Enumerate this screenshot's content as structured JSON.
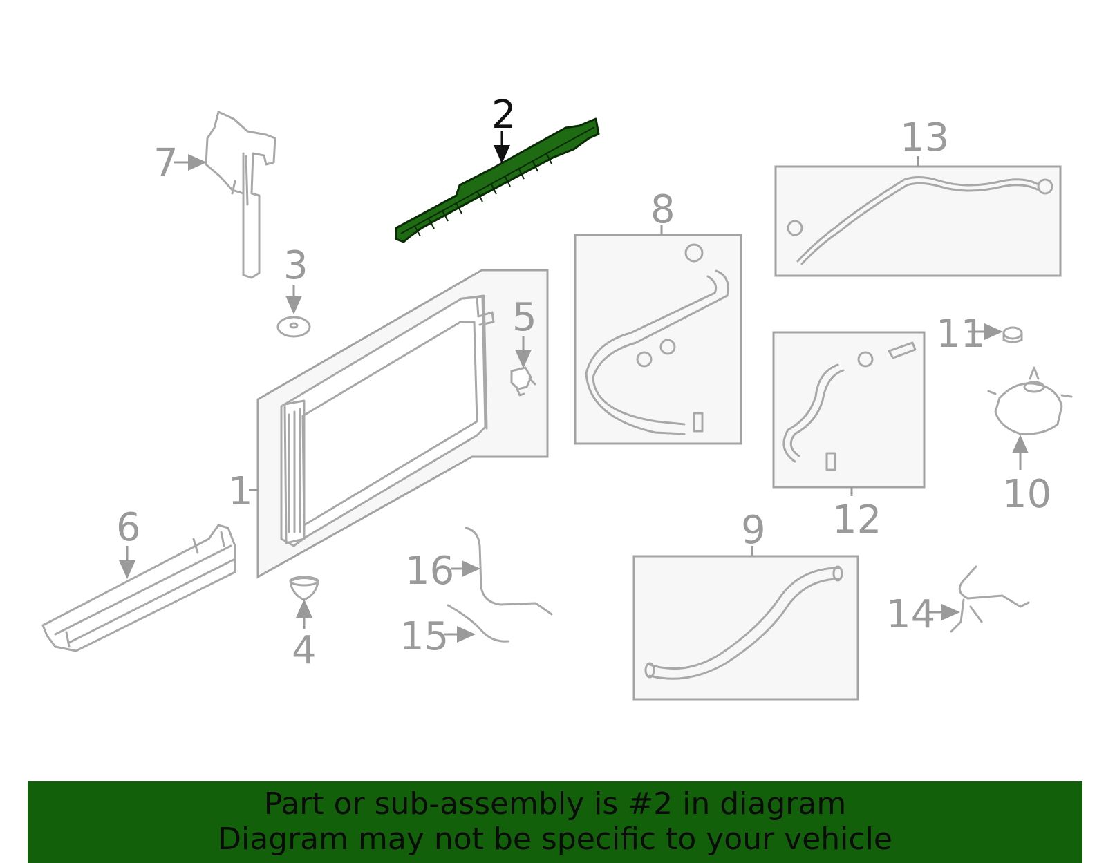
{
  "diagram": {
    "callouts": {
      "c1": "1",
      "c2": "2",
      "c3": "3",
      "c4": "4",
      "c5": "5",
      "c6": "6",
      "c7": "7",
      "c8": "8",
      "c9": "9",
      "c10": "10",
      "c11": "11",
      "c12": "12",
      "c13": "13",
      "c14": "14",
      "c15": "15",
      "c16": "16"
    },
    "highlighted_part": "2",
    "highlight_color": "#1e6b14",
    "line_color": "#a8a8a8"
  },
  "banner": {
    "line1": "Part or sub-assembly is #2 in diagram",
    "line2": "Diagram may not be specific to your vehicle",
    "background": "#13600b"
  }
}
